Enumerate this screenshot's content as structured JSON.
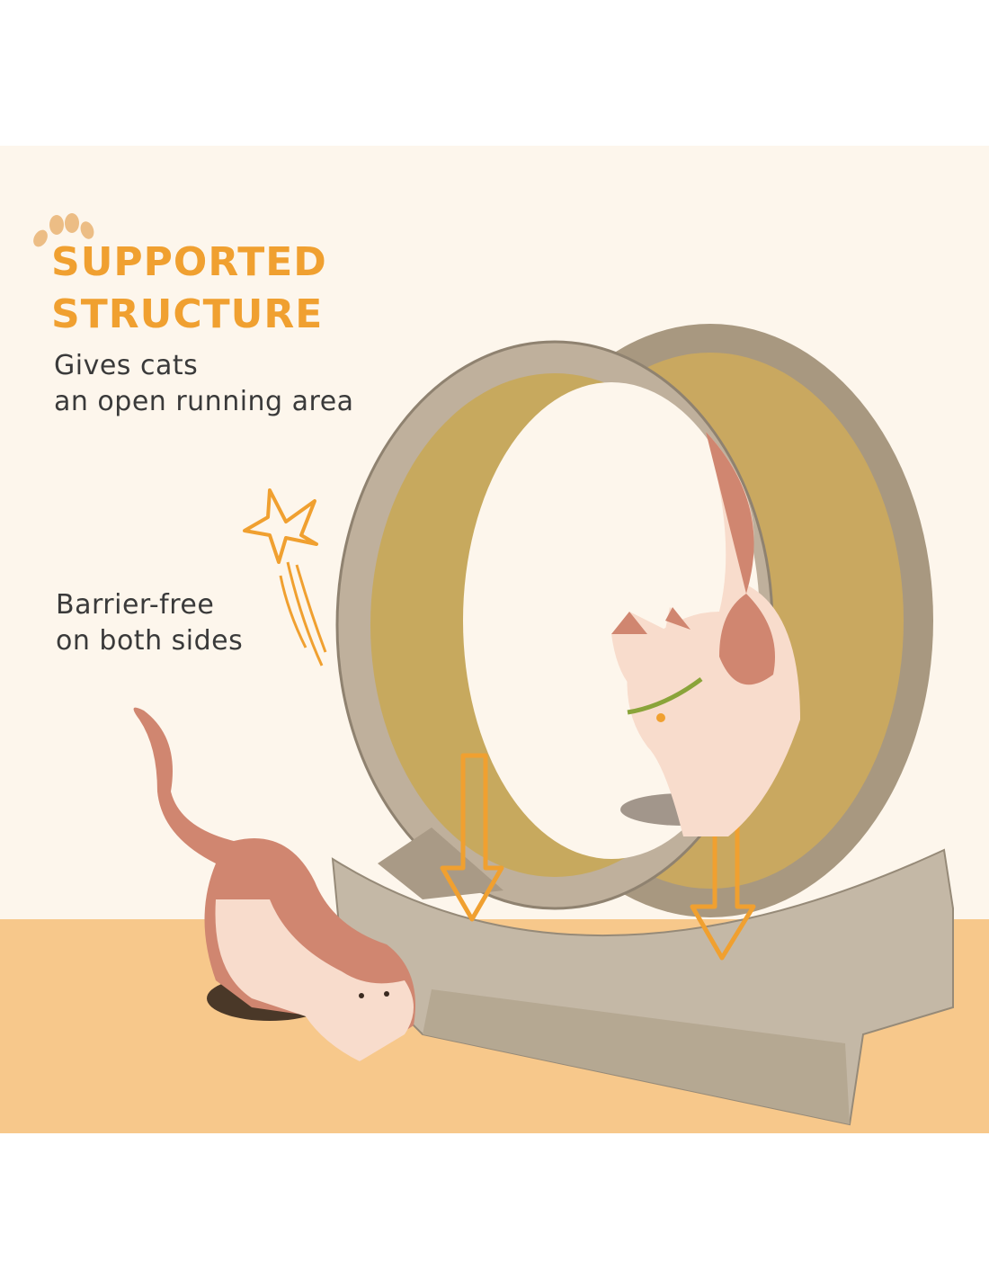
{
  "headline": {
    "line1": "SUPPORTED",
    "line2": "STRUCTURE"
  },
  "subtitle": {
    "line1": "Gives cats",
    "line2": "an open running area"
  },
  "feature": {
    "line1": "Barrier-free",
    "line2": "on both sides"
  },
  "colors": {
    "accent": "#f0a030",
    "background": "#fdf6ec",
    "floor": "#f7c88b",
    "text": "#3a3a3a",
    "wood": "#b8a894",
    "cork": "#c9a860",
    "cat_brown": "#d08670",
    "cat_cream": "#f8dccc"
  },
  "icons": [
    "paw-print-icon",
    "star-icon",
    "down-arrow-icon"
  ]
}
